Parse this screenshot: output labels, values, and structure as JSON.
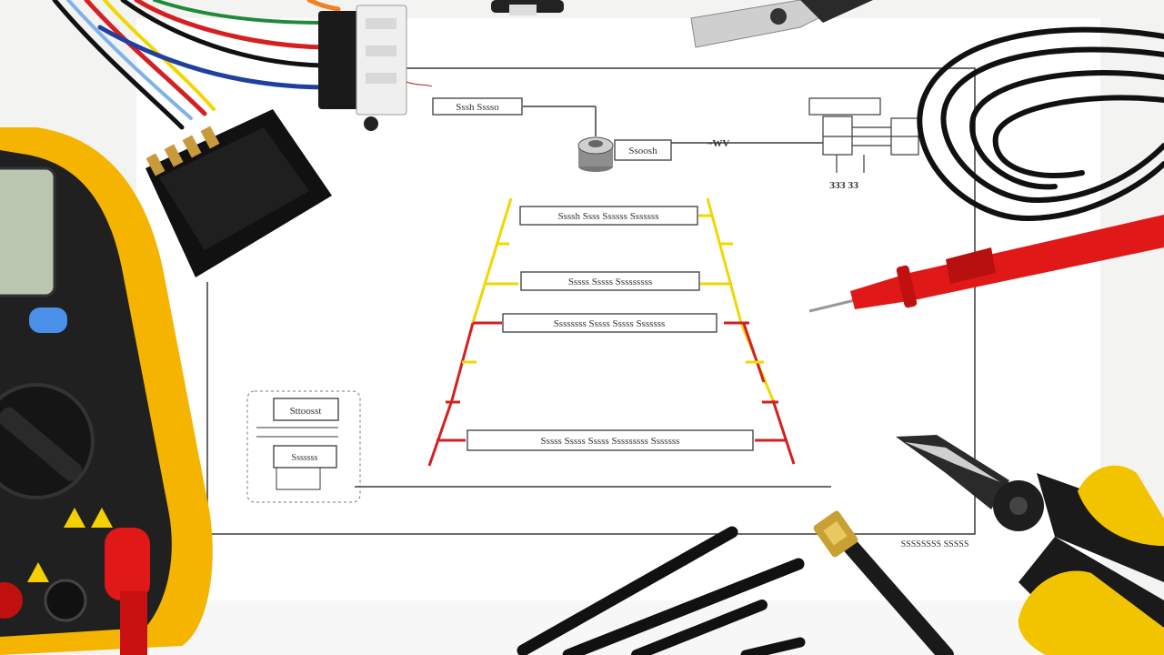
{
  "schematic": {
    "top_label": "Sssh Sssso",
    "component_label": "Ssoosh",
    "resistor_label": "~WV",
    "right_values": "ЗЗЗ   ЗЗ",
    "rung_labels": [
      "Ssssh Ssss Ssssss Sssssss",
      "Sssss Sssss Sssssssss",
      "Ssssssss Sssss Sssss Sssssss",
      "Sssss Sssss Sssss Sssssssss Sssssss"
    ],
    "left_box": {
      "title": "Sttoosst",
      "inner": "Sssssss"
    },
    "footer_label": "SSSSSSSS SSSSS"
  },
  "palette": {
    "paper": "#ffffff",
    "line": "#3a3a3a",
    "yellow_rail": "#f2d600",
    "red_rail": "#d42020",
    "meter_body": "#f4b400",
    "probe_red": "#e01818",
    "plier_yellow": "#f2c400",
    "cable_black": "#111111"
  },
  "icons": [
    "multimeter-icon",
    "connector-icon",
    "wire-bundle-icon",
    "cable-coil-icon",
    "probe-icon",
    "pliers-icon",
    "heat-shrink-icon",
    "terminal-icon",
    "scissors-icon"
  ]
}
